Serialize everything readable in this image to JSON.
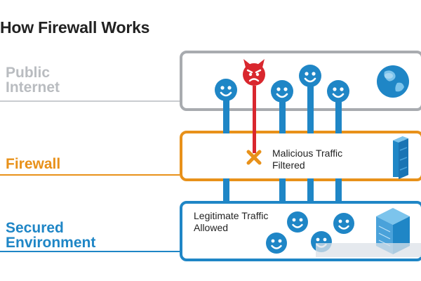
{
  "diagram": {
    "title": "How Firewall Works",
    "layers": {
      "public": {
        "label_lines": [
          "Public",
          "Internet"
        ],
        "color": "#b9bcc0"
      },
      "firewall": {
        "label_lines": [
          "Firewall"
        ],
        "color": "#e8911a"
      },
      "secured": {
        "label_lines": [
          "Secured",
          "Environment"
        ],
        "color": "#1f86c6"
      }
    },
    "firewall_box": {
      "message_lines": [
        "Malicious Traffic",
        "Filtered"
      ]
    },
    "secured_box": {
      "message_lines": [
        "Legitimate Traffic",
        "Allowed"
      ]
    },
    "icons": {
      "good_user": "smiley-user-icon",
      "bad_user": "devil-user-icon",
      "blocked": "blocked-x-icon",
      "internet": "globe-icon",
      "firewall": "firewall-panel-icon",
      "server": "server-icon"
    },
    "colors": {
      "smiley": "#1f86c6",
      "devil": "#d9272e",
      "block_x": "#e8911a",
      "box_public": "#a8abaf",
      "box_firewall": "#e8911a",
      "box_secured": "#1f86c6"
    }
  }
}
